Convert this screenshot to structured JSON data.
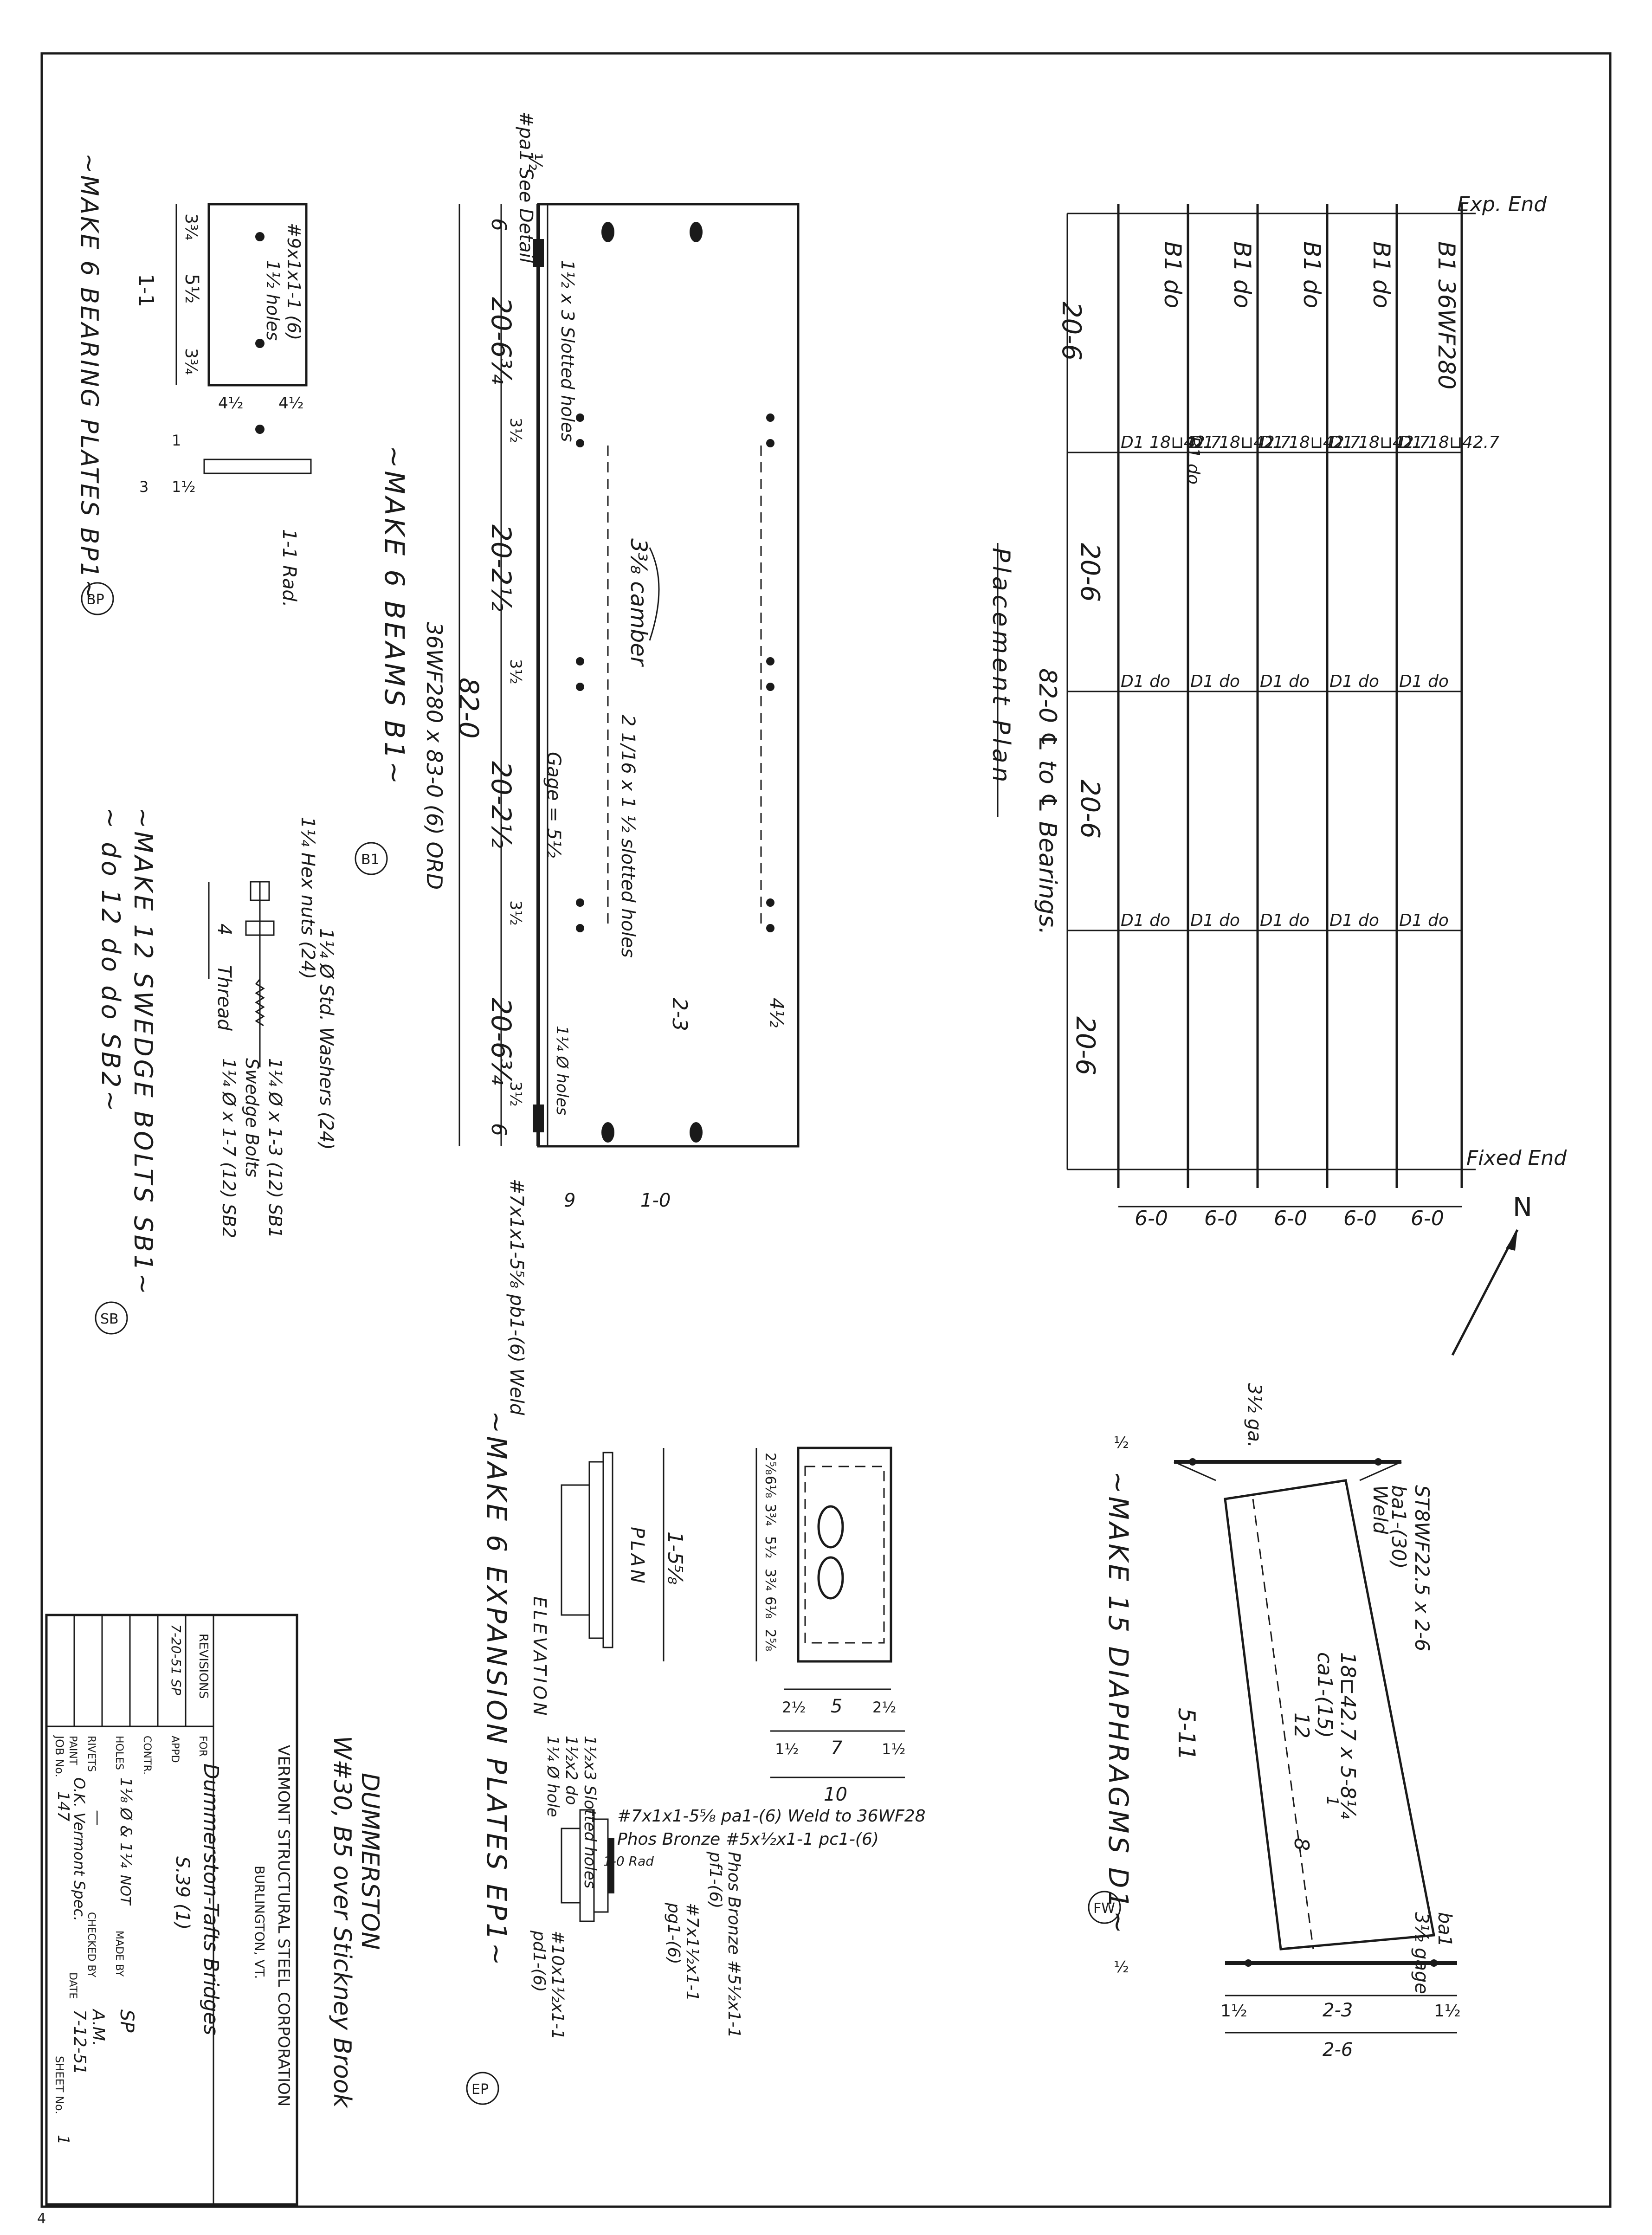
{
  "placement_plan": {
    "title": "Placement Plan",
    "exp_end": "Exp. End",
    "fixed_end": "Fixed End",
    "north": "N",
    "beam_first": "B1  36WF280",
    "beam_rows": [
      "B1  do",
      "B1  do",
      "B1  do",
      "B1  do",
      "B1  do"
    ],
    "diaphragm_first": "D1  18⊔42.7",
    "diaphragm_mid": "D1  do",
    "spans": [
      "20-6",
      "20-6",
      "20-6",
      "20-6"
    ],
    "overall": "82-0 ℄ to ℄ Bearings.",
    "spacings": [
      "6-0",
      "6-0",
      "6-0",
      "6-0",
      "6-0"
    ]
  },
  "beams": {
    "make": "~MAKE 6 BEAMS B1~",
    "mark": "B1",
    "section": "36WF280 x 83-0 (6) ORD",
    "overall": "82-0",
    "segments": [
      "20-6¾",
      "20-2½",
      "20-2½",
      "20-6¾"
    ],
    "end_dims": [
      "6",
      "6"
    ],
    "gage_vertical": [
      "3½",
      "3½",
      "3½",
      "3½"
    ],
    "camber": "3⅜ camber",
    "gage": "Gage = 5½",
    "slotted_holes": "2 1/16 x 1 ½ slotted holes",
    "slotted_holes_end": "1½ x 3 Slotted holes",
    "pa1_note": "#pa1 See Detail",
    "pa1_offset": "½",
    "hole_spacing": "2-3",
    "edge_dist": "4½",
    "holes_1_4": "1¼ Ø holes",
    "weld_plate": "#7x1x1-5⅝ pb1-(6) Weld",
    "bottom_dims": [
      "9",
      "1-0"
    ]
  },
  "bearing_plates": {
    "make": "~MAKE 6 BEARING PLATES BP1~",
    "mark": "BP",
    "plate": "#9x1x1-1 (6)",
    "holes": "1½ holes",
    "dims_vertical": [
      "3¾",
      "5½",
      "3¾"
    ],
    "width": "1-1",
    "side_dims": [
      "4½",
      "4½"
    ],
    "thickness": [
      "1",
      "1½",
      "3"
    ],
    "radius": "1-1 Rad."
  },
  "swedge_bolts": {
    "make": "~MAKE 12 SWEDGE BOLTS SB1~",
    "make2": "~ do   12   do   do   SB2~",
    "mark": "SB",
    "nuts": "1¼ Hex nuts (24)",
    "washers": "1¼ Ø Std. Washers (24)",
    "thread": "Thread",
    "thread_len": "4",
    "bolt_label": "Swedge Bolts",
    "bolt1": "1¼ Ø x 1-3 (12) SB1",
    "bolt2": "1¼ Ø x 1-7 (12) SB2"
  },
  "diaphragms": {
    "make": "~MAKE 15 DIAPHRAGMS D1~",
    "mark": "FW",
    "section": "ST8WF22.5 x 2-6",
    "ba1": "ba1-(30)",
    "weld": "Weld",
    "gage_top": "3½ ga.",
    "gage_bottom": "3½ gage",
    "ba1_bottom": "ba1",
    "channel": "18⊏42.7 x 5-8¼",
    "ca1": "ca1-(15)",
    "length": "5-11",
    "depth": "12",
    "offset": "8",
    "slope": "1",
    "widths": [
      "1½",
      "2-3",
      "1½"
    ],
    "overall": "2-6",
    "half": "½"
  },
  "expansion_plates": {
    "make": "~MAKE 6 EXPANSION PLATES EP1~",
    "mark": "EP",
    "plan": "PLAN",
    "elevation": "ELEVATION",
    "dims_vertical": [
      "2⅝",
      "6⅛",
      "3¾",
      "5½",
      "3¾",
      "6⅛",
      "2⅝"
    ],
    "overall": "1-5⅝",
    "dims_horizontal": [
      "2½",
      "5",
      "2½"
    ],
    "dims_horizontal2": [
      "1½",
      "7",
      "1½"
    ],
    "width": "10",
    "slotted": "1½x3 Slotted holes",
    "do_holes": "1½x2 do",
    "hole": "1¼ Ø hole",
    "pa1": "#7x1x1-5⅝ pa1-(6) Weld to 36WF28",
    "pc1": "Phos Bronze #5x½x1-1 pc1-(6)",
    "rad": "1-0 Rad",
    "pf1a": "Phos Bronze #5½x1-1",
    "pf1b": "pf1-(6)",
    "pg1a": "#7x1½x1-1",
    "pg1b": "pg1-(6)",
    "pd1a": "#10x1½x1-1",
    "pd1b": "pd1-(6)"
  },
  "title_block": {
    "company": "VERMONT STRUCTURAL STEEL CORPORATION",
    "city": "BURLINGTON, VT.",
    "project1": "DUMMERSTON",
    "project2": "W#30, B5 over Stickney Brook",
    "revisions": "REVISIONS",
    "revision1": "7-20-51  SP",
    "for_label": "FOR",
    "for_value": "Dummerston-Tafts Bridges",
    "appd_label": "APPD",
    "appd_value": "S.39 (1)",
    "contr_label": "CONTR.",
    "holes_label": "HOLES",
    "holes_value": "1⅛ Ø & 1¼",
    "not_label": "NOT",
    "made_by_label": "MADE BY",
    "made_by": "SP",
    "rivets_label": "RIVETS",
    "rivets_value": "—",
    "checked_label": "CHECKED BY",
    "checked_by": "A.M.",
    "paint_label": "PAINT",
    "paint_value": "O.K. Vermont Spec.",
    "date_label": "DATE",
    "date": "7-12-51",
    "job_label": "JOB No.",
    "job": "147",
    "sheet_label": "SHEET No.",
    "sheet": "1"
  },
  "corner_mark": "4"
}
